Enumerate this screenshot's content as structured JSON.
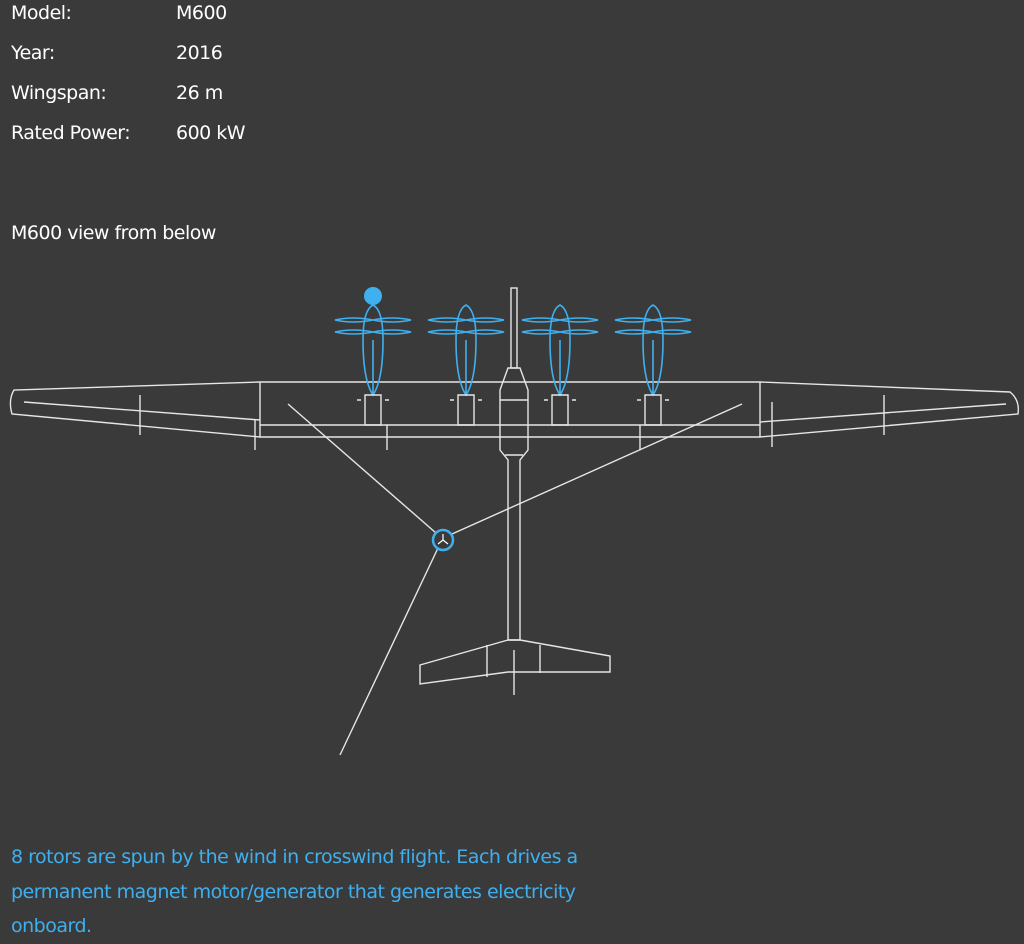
{
  "specs": [
    {
      "label": "Model:",
      "value": "M600"
    },
    {
      "label": "Year:",
      "value": "2016"
    },
    {
      "label": "Wingspan:",
      "value": "26 m"
    },
    {
      "label": "Rated Power:",
      "value": "600 kW"
    }
  ],
  "diagram": {
    "caption": "M600 view from below",
    "rotor_count": 8
  },
  "description": "8 rotors are spun by the wind in crosswind flight. Each drives a permanent magnet motor/generator that generates electricity onboard.",
  "colors": {
    "background": "#3a3a3a",
    "accent": "#3fb0ef",
    "line": "#e6e6e6"
  }
}
